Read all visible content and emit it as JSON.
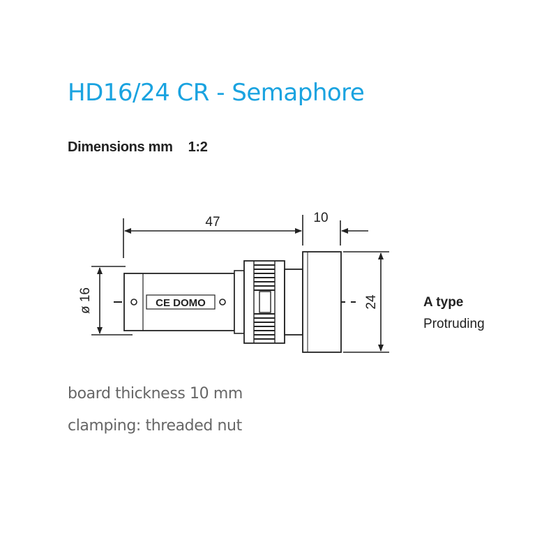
{
  "header": {
    "title": "HD16/24 CR - Semaphore",
    "dimensions_label": "Dimensions mm",
    "scale_label": "1:2"
  },
  "drawing": {
    "dim_length": "47",
    "dim_cap_length": "10",
    "dim_diameter": "ø 16",
    "dim_height": "24",
    "logo_text": "CE DOMO",
    "line_color": "#222222"
  },
  "type": {
    "name": "A type",
    "description": "Protruding"
  },
  "specs": {
    "board_thickness": "board thickness 10 mm",
    "clamping": "clamping: threaded nut"
  },
  "colors": {
    "title": "#1aa3e0",
    "text": "#222222",
    "spec_text": "#666666"
  }
}
